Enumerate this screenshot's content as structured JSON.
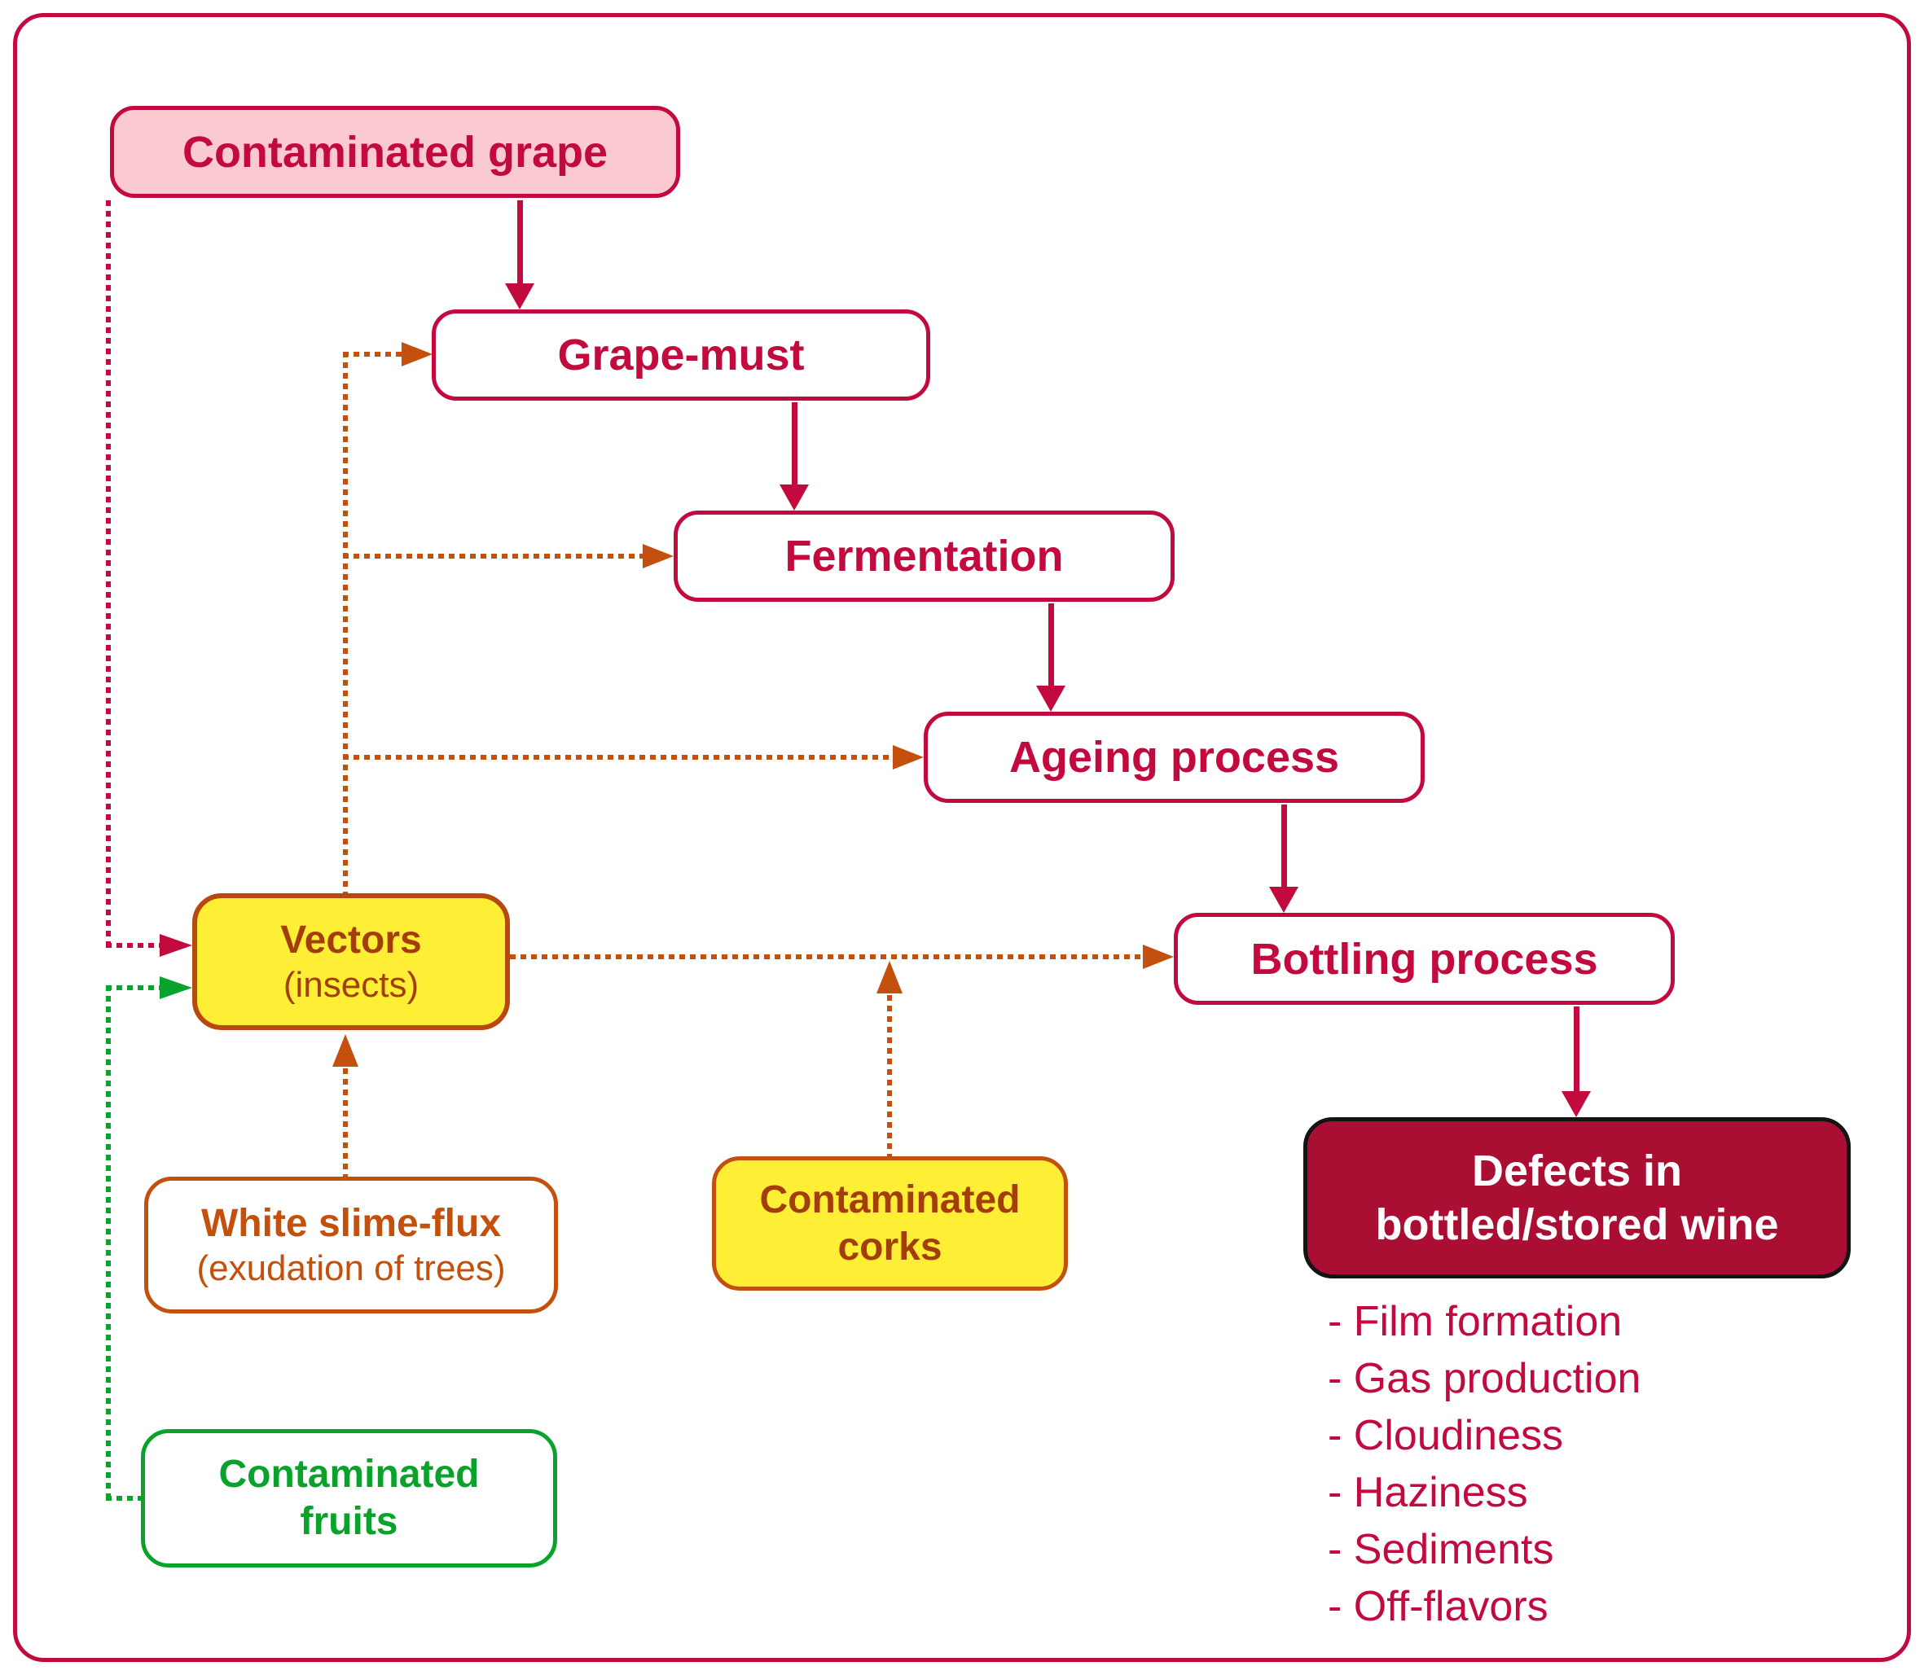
{
  "diagram": {
    "colors": {
      "crimson": "#c20a3e",
      "pink": "#fbcad0",
      "dark_red": "#ab0e33",
      "orange": "#c4500e",
      "orange_border": "#b8490e",
      "orange_text": "#a33d0a",
      "yellow": "#feee35",
      "green": "#09a32b"
    },
    "nodes": {
      "contaminated_grape": {
        "label": "Contaminated grape"
      },
      "grape_must": {
        "label": "Grape-must"
      },
      "fermentation": {
        "label": "Fermentation"
      },
      "ageing_process": {
        "label": "Ageing process"
      },
      "bottling_process": {
        "label": "Bottling process"
      },
      "defects": {
        "label_line1": "Defects in",
        "label_line2": "bottled/stored wine"
      },
      "vectors": {
        "label": "Vectors",
        "sublabel": "(insects)"
      },
      "white_slime_flux": {
        "label": "White slime-flux",
        "sublabel": "(exudation of trees)"
      },
      "contaminated_corks": {
        "label_line1": "Contaminated",
        "label_line2": "corks"
      },
      "contaminated_fruits": {
        "label_line1": "Contaminated",
        "label_line2": "fruits"
      }
    },
    "defect_list": [
      "- Film formation",
      "- Gas production",
      "- Cloudiness",
      "- Haziness",
      "- Sediments",
      "- Off-flavors"
    ],
    "edges": [
      {
        "from": "contaminated_grape",
        "to": "grape_must",
        "style": "solid",
        "color": "crimson"
      },
      {
        "from": "grape_must",
        "to": "fermentation",
        "style": "solid",
        "color": "crimson"
      },
      {
        "from": "fermentation",
        "to": "ageing_process",
        "style": "solid",
        "color": "crimson"
      },
      {
        "from": "ageing_process",
        "to": "bottling_process",
        "style": "solid",
        "color": "crimson"
      },
      {
        "from": "bottling_process",
        "to": "defects",
        "style": "solid",
        "color": "crimson"
      },
      {
        "from": "vectors",
        "to": "grape_must",
        "style": "dotted",
        "color": "orange"
      },
      {
        "from": "vectors",
        "to": "fermentation",
        "style": "dotted",
        "color": "orange"
      },
      {
        "from": "vectors",
        "to": "ageing_process",
        "style": "dotted",
        "color": "orange"
      },
      {
        "from": "vectors",
        "to": "bottling_process",
        "style": "dotted",
        "color": "orange"
      },
      {
        "from": "white_slime_flux",
        "to": "vectors",
        "style": "dotted",
        "color": "orange"
      },
      {
        "from": "contaminated_corks",
        "to": "bottling_process",
        "style": "dotted",
        "color": "orange"
      },
      {
        "from": "contaminated_grape",
        "to": "vectors",
        "style": "dotted",
        "color": "crimson"
      },
      {
        "from": "contaminated_fruits",
        "to": "vectors",
        "style": "dotted",
        "color": "green"
      }
    ]
  }
}
